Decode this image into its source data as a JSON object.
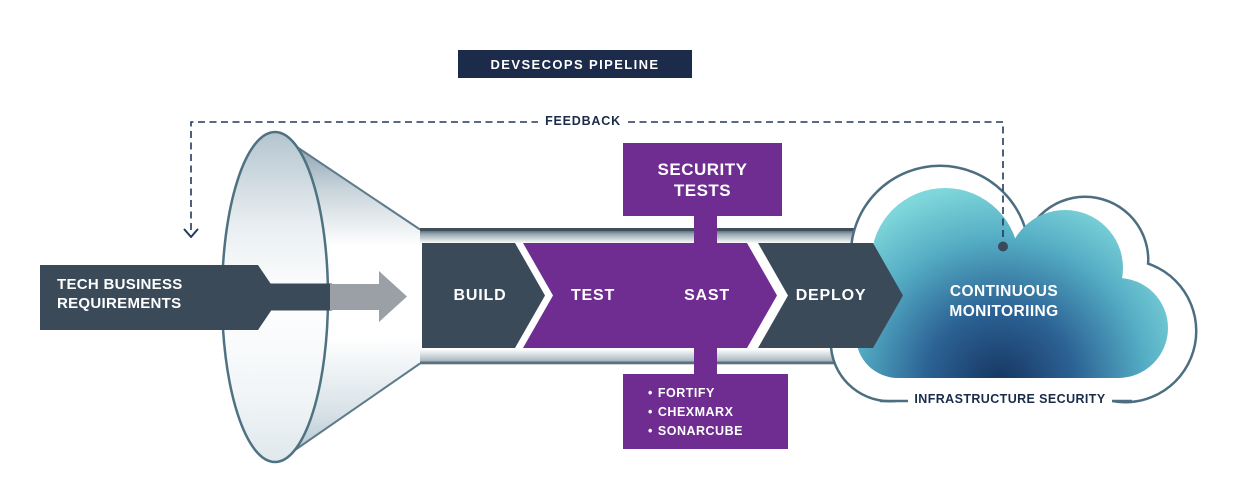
{
  "title": {
    "label": "DEVSECOPS PIPELINE"
  },
  "feedback": {
    "label": "FEEDBACK"
  },
  "input": {
    "label_line1": "TECH BUSINESS",
    "label_line2": "REQUIREMENTS"
  },
  "pipeline": {
    "stages": [
      {
        "label": "BUILD",
        "color": "#3a4a59"
      },
      {
        "label": "TEST",
        "color": "#6f2d91"
      },
      {
        "label": "SAST",
        "color": "#6f2d91"
      },
      {
        "label": "DEPLOY",
        "color": "#3a4a59"
      }
    ]
  },
  "security_tests": {
    "label_line1": "SECURITY",
    "label_line2": "TESTS",
    "bullet": "•",
    "tools": [
      "FORTIFY",
      "CHEXMARX",
      "SONARCUBE"
    ]
  },
  "cloud": {
    "label_line1": "CONTINUOUS",
    "label_line2": "MONITORIING",
    "caption": "INFRASTRUCTURE SECURITY"
  },
  "colors": {
    "slate": "#3a4a59",
    "purple": "#6f2d91",
    "navy": "#1b2b49",
    "teal": "#7ed6da",
    "cloud_outline": "#4c6e80",
    "dashed_line": "#24395b",
    "arrow_gray": "#9aa0a5"
  }
}
